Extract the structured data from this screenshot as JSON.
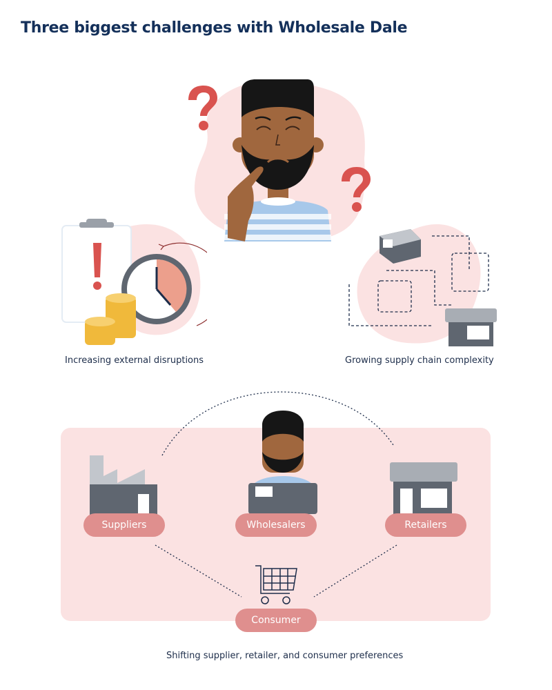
{
  "title": "Three biggest challenges with Wholesale Dale",
  "challenges": [
    {
      "label": "Increasing external disruptions",
      "icons": [
        "clipboard-alert-icon",
        "clock-icon",
        "coins-icon"
      ]
    },
    {
      "label": "Growing supply chain complexity",
      "icons": [
        "box-icon",
        "store-icon"
      ]
    },
    {
      "label": "Shifting supplier, retailer, and consumer preferences",
      "icons": [
        "factory-icon",
        "box-icon",
        "store-icon",
        "shopping-cart-icon"
      ]
    }
  ],
  "nodes": {
    "suppliers": "Suppliers",
    "wholesalers": "Wholesalers",
    "retailers": "Retailers",
    "consumer": "Consumer"
  },
  "colors": {
    "title": "#14305a",
    "blob": "#fbe2e2",
    "pill": "#df8f8e",
    "question": "#d9534f",
    "gray_dark": "#5f6670",
    "gray_light": "#c2c6cc"
  }
}
